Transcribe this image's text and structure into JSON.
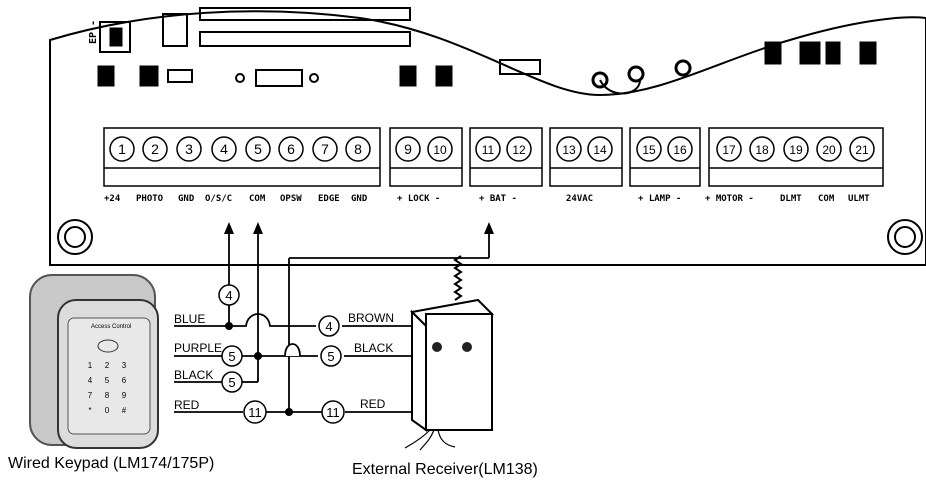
{
  "terminals": [
    {
      "num": "1"
    },
    {
      "num": "2"
    },
    {
      "num": "3"
    },
    {
      "num": "4"
    },
    {
      "num": "5"
    },
    {
      "num": "6"
    },
    {
      "num": "7"
    },
    {
      "num": "8"
    },
    {
      "num": "9"
    },
    {
      "num": "10"
    },
    {
      "num": "11"
    },
    {
      "num": "12"
    },
    {
      "num": "13"
    },
    {
      "num": "14"
    },
    {
      "num": "15"
    },
    {
      "num": "16"
    },
    {
      "num": "17"
    },
    {
      "num": "18"
    },
    {
      "num": "19"
    },
    {
      "num": "20"
    },
    {
      "num": "21"
    }
  ],
  "terminal_labels": {
    "t1": "+24",
    "t2": "PHOTO",
    "t3": "GND",
    "t4": "O/S/C",
    "t5": "COM",
    "t6": "OPSW",
    "t7": "EDGE",
    "t8": "GND",
    "lock": "+ LOCK -",
    "bat": "+ BAT -",
    "vac": "24VAC",
    "lamp": "+ LAMP -",
    "motor": "+ MOTOR -",
    "dlmt": "DLMT",
    "com2": "COM",
    "ulmt": "ULMT"
  },
  "edge_text": "EP -",
  "keypad": {
    "caption": "Wired Keypad (LM174/175P)",
    "brand": "Access Control",
    "keys": [
      "1",
      "2",
      "3",
      "4",
      "5",
      "6",
      "7",
      "8",
      "9",
      "*",
      "0",
      "#"
    ],
    "wires": [
      {
        "color": "BLUE",
        "num": "4"
      },
      {
        "color": "PURPLE",
        "num": "5"
      },
      {
        "color": "BLACK",
        "num": "5"
      },
      {
        "color": "RED",
        "num": "11"
      }
    ],
    "top_marker": "4"
  },
  "receiver": {
    "caption": "External Receiver(LM138)",
    "wires": [
      {
        "color": "BROWN",
        "num": "4"
      },
      {
        "color": "BLACK",
        "num": "5"
      },
      {
        "color": "RED",
        "num": "11"
      }
    ]
  }
}
